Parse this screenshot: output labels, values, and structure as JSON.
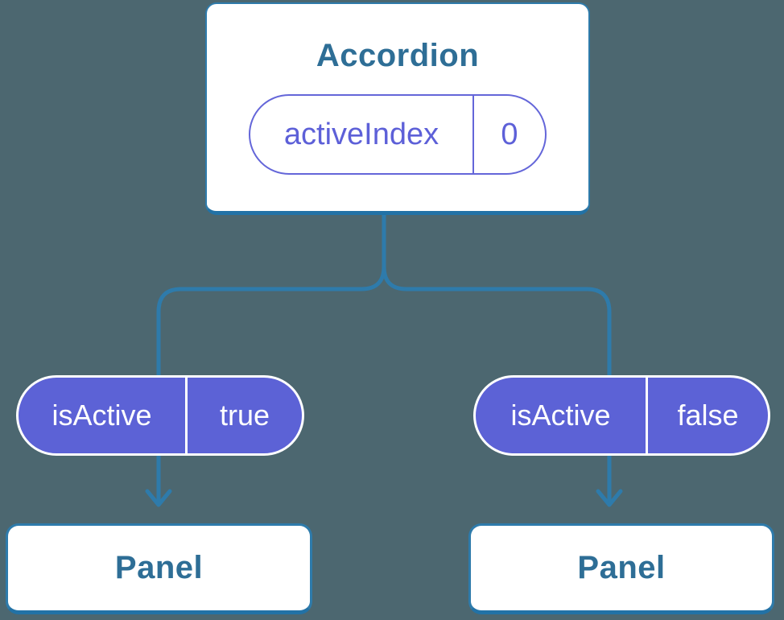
{
  "colors": {
    "background": "#4c6770",
    "connector": "#2e7bab",
    "edge-dark": "#2272a6",
    "heading": "#2e6e96",
    "purple": "#5c62d6",
    "purple-outline": "#6466d9",
    "surface": "#ffffff"
  },
  "diagram": {
    "root": {
      "title": "Accordion",
      "prop": {
        "name": "activeIndex",
        "value": "0"
      }
    },
    "children": [
      {
        "prop": {
          "name": "isActive",
          "value": "true"
        },
        "panel": {
          "label": "Panel"
        }
      },
      {
        "prop": {
          "name": "isActive",
          "value": "false"
        },
        "panel": {
          "label": "Panel"
        }
      }
    ]
  }
}
